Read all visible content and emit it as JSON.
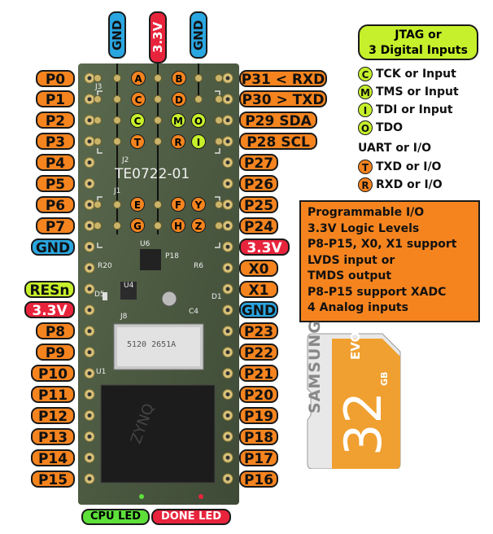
{
  "top_labels": [
    {
      "text": "GND",
      "color": "#2aa6e0"
    },
    {
      "text": "3.3V",
      "color": "#e8243c"
    },
    {
      "text": "GND",
      "color": "#2aa6e0"
    }
  ],
  "left_pins": [
    {
      "text": "P0",
      "kind": "orange"
    },
    {
      "text": "P1",
      "kind": "orange"
    },
    {
      "text": "P2",
      "kind": "orange"
    },
    {
      "text": "P3",
      "kind": "orange"
    },
    {
      "text": "P4",
      "kind": "orange"
    },
    {
      "text": "P5",
      "kind": "orange"
    },
    {
      "text": "P6",
      "kind": "orange"
    },
    {
      "text": "P7",
      "kind": "orange"
    },
    {
      "text": "GND",
      "kind": "blue"
    },
    {
      "text": "",
      "kind": "none"
    },
    {
      "text": "RESn",
      "kind": "lime"
    },
    {
      "text": "3.3V",
      "kind": "red"
    },
    {
      "text": "P8",
      "kind": "orange"
    },
    {
      "text": "P9",
      "kind": "orange"
    },
    {
      "text": "P10",
      "kind": "orange"
    },
    {
      "text": "P11",
      "kind": "orange"
    },
    {
      "text": "P12",
      "kind": "orange"
    },
    {
      "text": "P13",
      "kind": "orange"
    },
    {
      "text": "P14",
      "kind": "orange"
    },
    {
      "text": "P15",
      "kind": "orange"
    }
  ],
  "right_pins": [
    {
      "text": "P31 < RXD",
      "kind": "orange"
    },
    {
      "text": "P30 > TXD",
      "kind": "orange"
    },
    {
      "text": "P29 SDA",
      "kind": "orange"
    },
    {
      "text": "P28 SCL",
      "kind": "orange"
    },
    {
      "text": "P27",
      "kind": "orange"
    },
    {
      "text": "P26",
      "kind": "orange"
    },
    {
      "text": "P25",
      "kind": "orange"
    },
    {
      "text": "P24",
      "kind": "orange"
    },
    {
      "text": "3.3V",
      "kind": "red"
    },
    {
      "text": "X0",
      "kind": "orange"
    },
    {
      "text": "X1",
      "kind": "orange"
    },
    {
      "text": "GND",
      "kind": "blue"
    },
    {
      "text": "P23",
      "kind": "orange"
    },
    {
      "text": "P22",
      "kind": "orange"
    },
    {
      "text": "P21",
      "kind": "orange"
    },
    {
      "text": "P20",
      "kind": "orange"
    },
    {
      "text": "P19",
      "kind": "orange"
    },
    {
      "text": "P18",
      "kind": "orange"
    },
    {
      "text": "P17",
      "kind": "orange"
    },
    {
      "text": "P16",
      "kind": "orange"
    }
  ],
  "board": {
    "name": "TE0722-01",
    "j1": "J1",
    "j2": "J2",
    "j3": "J3",
    "u1": "U1",
    "u4": "U4",
    "u6": "U6",
    "j8": "J8",
    "r20": "R20",
    "p18": "P18",
    "r6": "R6",
    "d1": "D1",
    "d5": "D5",
    "c4": "C4",
    "card_text": "5120 2651A",
    "chip_text": "ZYNQ",
    "header_row1": [
      "A",
      "B"
    ],
    "header_row2": [
      "C",
      "D"
    ],
    "header_row3": [
      "C",
      "M",
      "O"
    ],
    "header_row4": [
      "T",
      "R",
      "I"
    ],
    "header_row5": [
      "E",
      "F",
      "Y"
    ],
    "header_row6": [
      "G",
      "H",
      "Z"
    ]
  },
  "jtag_box": {
    "line1": "JTAG or",
    "line2": "3 Digital Inputs",
    "color": "#c6f02b"
  },
  "jtag_legend": [
    {
      "badge": "C",
      "text": "TCK or Input"
    },
    {
      "badge": "M",
      "text": "TMS or Input"
    },
    {
      "badge": "I",
      "text": "TDI or Input"
    },
    {
      "badge": "O",
      "text": "TDO"
    }
  ],
  "uart_title": "UART or I/O",
  "uart_legend": [
    {
      "badge": "T",
      "text": "TXD or I/O"
    },
    {
      "badge": "R",
      "text": "RXD or I/O"
    }
  ],
  "io_box": {
    "color": "#f5841f",
    "lines": [
      "Programmable I/O",
      "3.3V Logic Levels",
      "P8-P15, X0, X1 support",
      "LVDS input or",
      "TMDS output",
      "P8-P15 support XADC",
      "4 Analog inputs"
    ]
  },
  "sdcard": {
    "brand": "SAMSUNG",
    "evo": "EVO",
    "capacity": "32",
    "unit": "GB"
  },
  "leds": [
    {
      "text": "CPU LED",
      "color": "#5de03a"
    },
    {
      "text": "DONE LED",
      "color": "#e8243c"
    }
  ]
}
